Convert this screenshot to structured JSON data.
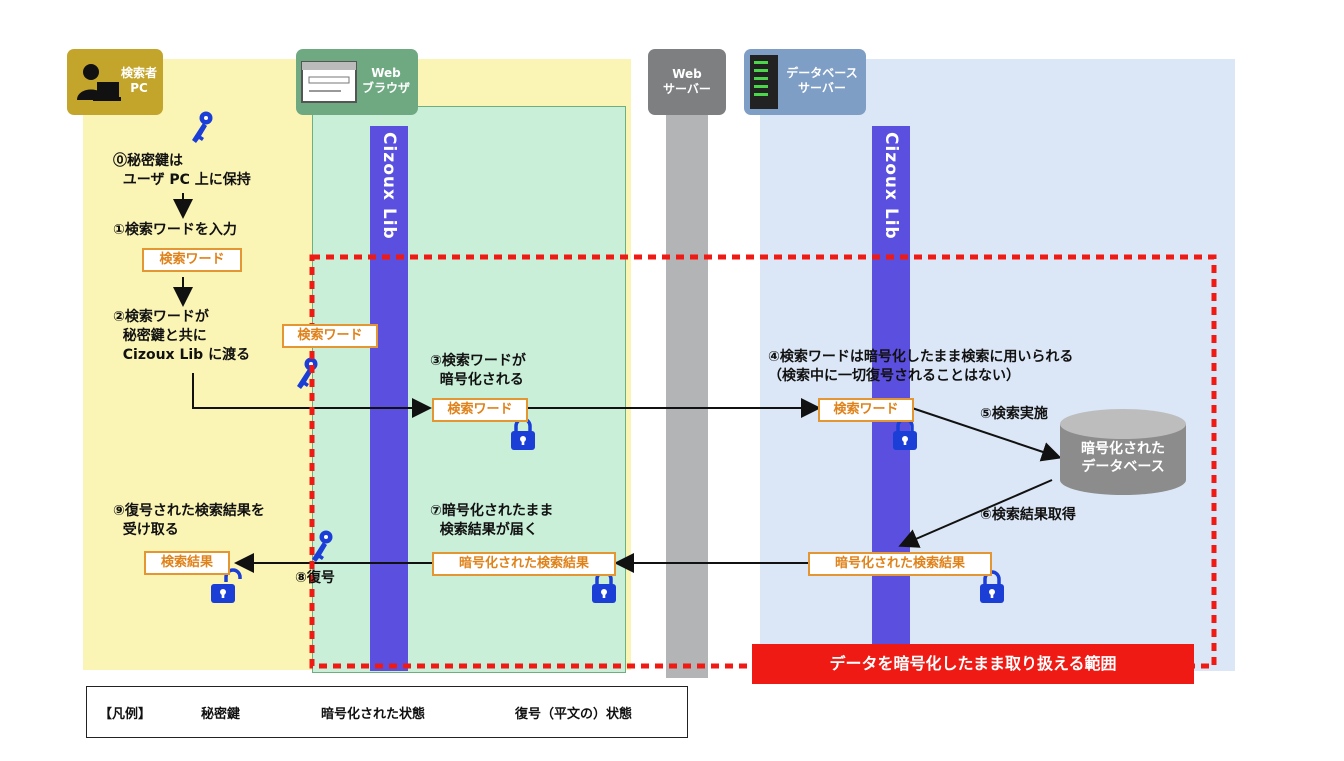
{
  "lanes": {
    "pc_header": "検索者\nPC",
    "browser_header": "Web\nブラウザ",
    "web_header": "Web\nサーバー",
    "db_header": "データベース\nサーバー",
    "lib_label": "Cizoux Lib"
  },
  "steps": {
    "s0": "⓪秘密鍵は\n  ユーザ PC 上に保持",
    "s1": "①検索ワードを入力",
    "s2": "②検索ワードが\n  秘密鍵と共に\n  Cizoux Lib に渡る",
    "s3": "③検索ワードが\n  暗号化される",
    "s4": "④検索ワードは暗号化したまま検索に用いられる\n（検索中に一切復号されることはない）",
    "s5": "⑤検索実施",
    "s6": "⑥検索結果取得",
    "s7": "⑦暗号化されたまま\n  検索結果が届く",
    "s8": "⑧復号",
    "s9": "⑨復号された検索結果を\n  受け取る"
  },
  "boxes": {
    "search_word": "検索ワード",
    "encrypted_result": "暗号化された検索結果",
    "result": "検索結果"
  },
  "database_label": "暗号化された\nデータベース",
  "scope_label": "データを暗号化したまま取り扱える範囲",
  "legend": {
    "title": "【凡例】",
    "key": "秘密鍵",
    "locked": "暗号化された状態",
    "unlocked": "復号（平文の）状態"
  },
  "colors": {
    "pc_lane": "#fbf5b5",
    "browser_lane": "#c9efd9",
    "db_lane": "#dbe7f6",
    "lib_bar": "#5b4fe0",
    "scope": "#f01a14",
    "key_blue": "#1a3ed6",
    "box_orange": "#e39632"
  }
}
